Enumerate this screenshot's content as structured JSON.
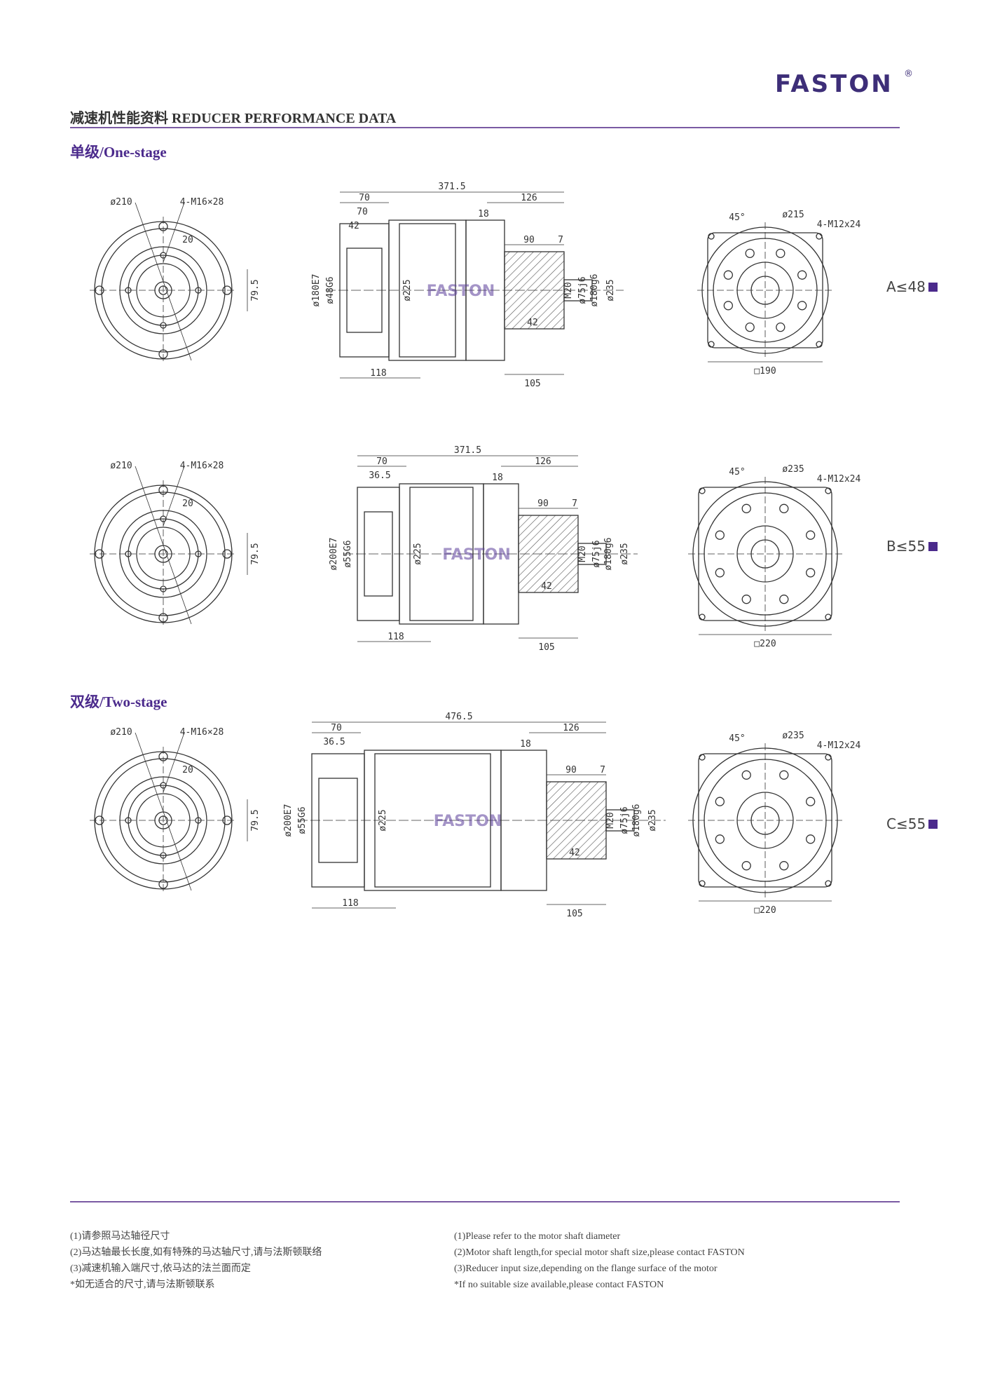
{
  "header": {
    "brand": "FASTON",
    "registered": "®",
    "title": "减速机性能资料 REDUCER PERFORMANCE DATA"
  },
  "sections": {
    "one_stage": "单级/One-stage",
    "two_stage": "双级/Two-stage"
  },
  "watermark": "FASTON",
  "rows": [
    {
      "label": "A≤48",
      "front_left": {
        "d1": "ø210",
        "holes": "4-M16×28",
        "d2": "20",
        "h": "79.5"
      },
      "side": {
        "total": "371.5",
        "l1": "70",
        "l2": "70",
        "l3": "42",
        "l4": "126",
        "l5": "18",
        "l6": "90",
        "l7": "7",
        "l8": "42",
        "l9": "118",
        "l10": "105",
        "v1": "ø180E7",
        "v2": "ø48G6",
        "v3": "ø225",
        "v4": "M20",
        "v5": "ø75j6",
        "v6": "ø180g6",
        "v7": "ø235"
      },
      "front_right": {
        "angle": "45°",
        "d": "ø215",
        "holes": "4-M12x24",
        "sq": "□190"
      }
    },
    {
      "label": "B≤55",
      "front_left": {
        "d1": "ø210",
        "holes": "4-M16×28",
        "d2": "20",
        "h": "79.5"
      },
      "side": {
        "total": "371.5",
        "l1": "70",
        "l2": "36.5",
        "l3": "",
        "l4": "126",
        "l5": "18",
        "l6": "90",
        "l7": "7",
        "l8": "42",
        "l9": "118",
        "l10": "105",
        "v1": "ø200E7",
        "v2": "ø55G6",
        "v3": "ø225",
        "v4": "M20",
        "v5": "ø75j6",
        "v6": "ø180g6",
        "v7": "ø235"
      },
      "front_right": {
        "angle": "45°",
        "d": "ø235",
        "holes": "4-M12x24",
        "sq": "□220"
      }
    },
    {
      "label": "C≤55",
      "front_left": {
        "d1": "ø210",
        "holes": "4-M16×28",
        "d2": "20",
        "h": "79.5"
      },
      "side": {
        "total": "476.5",
        "l1": "70",
        "l2": "36.5",
        "l3": "",
        "l4": "126",
        "l5": "18",
        "l6": "90",
        "l7": "7",
        "l8": "42",
        "l9": "118",
        "l10": "105",
        "v1": "ø200E7",
        "v2": "ø55G6",
        "v3": "ø225",
        "v4": "M20",
        "v5": "ø75j6",
        "v6": "ø180g6",
        "v7": "ø235"
      },
      "front_right": {
        "angle": "45°",
        "d": "ø235",
        "holes": "4-M12x24",
        "sq": "□220"
      }
    }
  ],
  "notes_cn": [
    "(1)请参照马达轴径尺寸",
    "(2)马达轴最长长度,如有特殊的马达轴尺寸,请与法斯顿联络",
    "(3)减速机输入端尺寸,依马达的法兰面而定",
    "*如无适合的尺寸,请与法斯顿联系"
  ],
  "notes_en": [
    "(1)Please refer to the motor shaft diameter",
    "(2)Motor shaft length,for special motor shaft size,please contact FASTON",
    "(3)Reducer input size,depending on the flange surface of the motor",
    "*If no suitable size available,please contact FASTON"
  ]
}
